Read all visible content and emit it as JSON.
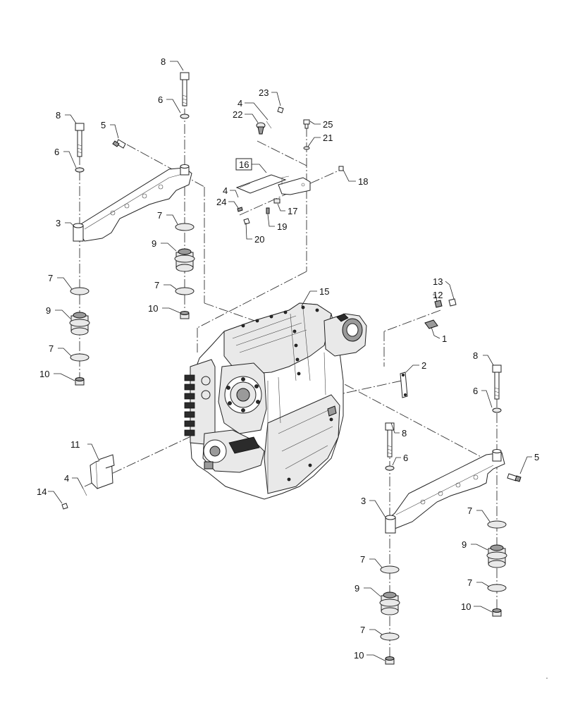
{
  "diagram": {
    "callouts": {
      "c1": "1",
      "c2": "2",
      "c3a": "3",
      "c3b": "3",
      "c4a": "4",
      "c4b": "4",
      "c4c": "4",
      "c5a": "5",
      "c5b": "5",
      "c6a": "6",
      "c6b": "6",
      "c6c": "6",
      "c6d": "6",
      "c7a": "7",
      "c7b": "7",
      "c7c": "7",
      "c7d": "7",
      "c7e": "7",
      "c7f": "7",
      "c7g": "7",
      "c7h": "7",
      "c8a": "8",
      "c8b": "8",
      "c8c": "8",
      "c8d": "8",
      "c9a": "9",
      "c9b": "9",
      "c9c": "9",
      "c9d": "9",
      "c10a": "10",
      "c10b": "10",
      "c10c": "10",
      "c10d": "10",
      "c11": "11",
      "c12": "12",
      "c13": "13",
      "c14": "14",
      "c15": "15",
      "c16": "16",
      "c17": "17",
      "c18": "18",
      "c19": "19",
      "c20": "20",
      "c21": "21",
      "c22": "22",
      "c23": "23",
      "c24": "24",
      "c25": "25"
    }
  }
}
